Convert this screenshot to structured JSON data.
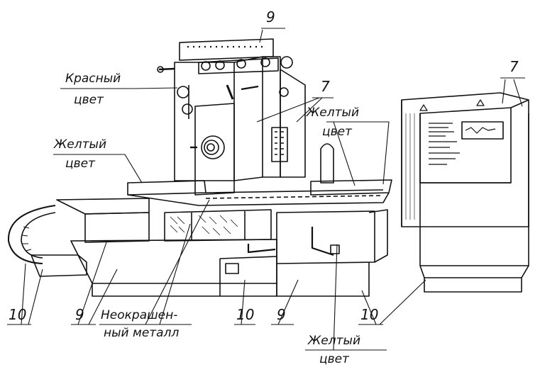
{
  "labels": {
    "red_color_line1": "Красный",
    "red_color_line2": "цвет",
    "yellow_left_line1": "Желтый",
    "yellow_left_line2": "цвет",
    "yellow_right_line1": "Желтый",
    "yellow_right_line2": "цвет",
    "yellow_bottom_line1": "Желтый",
    "yellow_bottom_line2": "цвет",
    "unpainted_line1": "Неокрашен-",
    "unpainted_line2": "ный металл"
  },
  "numbers": {
    "n9_top": "9",
    "n7_center": "7",
    "n7_right": "7",
    "n10_left": "10",
    "n9_bottom_left": "9",
    "n10_middle": "10",
    "n9_bottom_center": "9",
    "n10_right": "10"
  }
}
